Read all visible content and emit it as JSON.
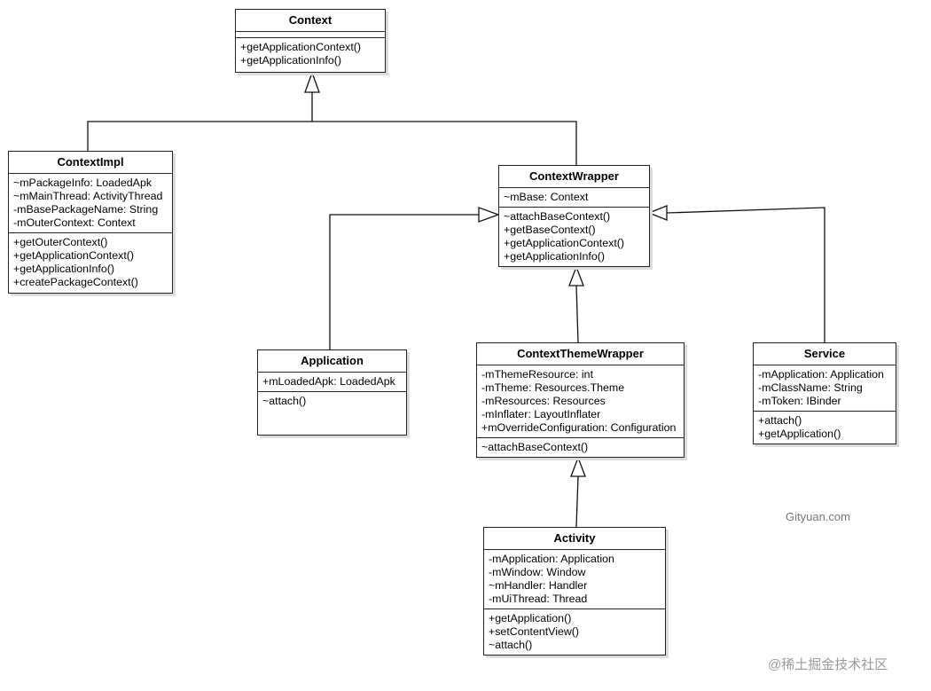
{
  "classes": {
    "context": {
      "name": "Context",
      "attributes": [],
      "methods": [
        "+getApplicationContext()",
        "+getApplicationInfo()"
      ]
    },
    "context_impl": {
      "name": "ContextImpl",
      "attributes": [
        "~mPackageInfo: LoadedApk",
        "~mMainThread: ActivityThread",
        "-mBasePackageName: String",
        "-mOuterContext: Context"
      ],
      "methods": [
        "+getOuterContext()",
        "+getApplicationContext()",
        "+getApplicationInfo()",
        "+createPackageContext()"
      ]
    },
    "context_wrapper": {
      "name": "ContextWrapper",
      "attributes": [
        "~mBase: Context"
      ],
      "methods": [
        "~attachBaseContext()",
        "+getBaseContext()",
        "+getApplicationContext()",
        "+getApplicationInfo()"
      ]
    },
    "application": {
      "name": "Application",
      "attributes": [
        "+mLoadedApk: LoadedApk"
      ],
      "methods": [
        "~attach()"
      ]
    },
    "context_theme_wrapper": {
      "name": "ContextThemeWrapper",
      "attributes": [
        "-mThemeResource: int",
        "-mTheme: Resources.Theme",
        "-mResources: Resources",
        "-mInflater: LayoutInflater",
        "+mOverrideConfiguration: Configuration"
      ],
      "methods": [
        "~attachBaseContext()"
      ]
    },
    "service": {
      "name": "Service",
      "attributes": [
        "-mApplication: Application",
        "-mClassName: String",
        "-mToken: IBinder"
      ],
      "methods": [
        "+attach()",
        "+getApplication()"
      ]
    },
    "activity": {
      "name": "Activity",
      "attributes": [
        "-mApplication: Application",
        "-mWindow: Window",
        "~mHandler: Handler",
        "-mUiThread: Thread"
      ],
      "methods": [
        "+getApplication()",
        "+setContentView()",
        "~attach()"
      ]
    }
  },
  "watermarks": {
    "site": "Gityuan.com",
    "platform": "@稀土掘金技术社区"
  }
}
